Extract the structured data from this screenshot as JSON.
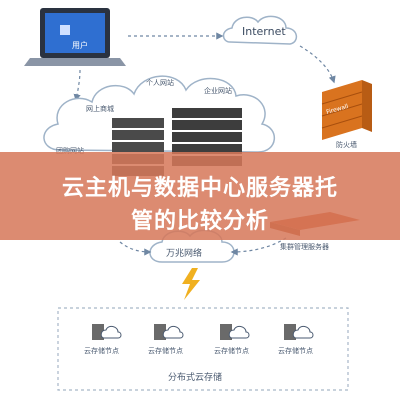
{
  "diagram": {
    "laptop_label": "用户",
    "internet_label": "Internet",
    "firewall_label": "防火墙",
    "firewall_text": "Firewall",
    "cloud_labels": [
      "个人网站",
      "企业网站",
      "网上商城",
      "团购网站"
    ],
    "cluster_label": "集群管理服务器",
    "wan_label": "万兆网络",
    "storage_nodes": [
      "云存储节点",
      "云存储节点",
      "云存储节点",
      "云存储节点"
    ],
    "storage_label": "分布式云存储"
  },
  "banner": {
    "line1": "云主机与数据中心服务器托",
    "line2": "管的比较分析"
  },
  "colors": {
    "banner": "#d6785a",
    "cloud_stroke": "#9fb3c8",
    "arrow": "#6f87a3",
    "firewall": "#d9731f",
    "lightning": "#f0b020",
    "laptop_screen": "#2f6fd1"
  }
}
